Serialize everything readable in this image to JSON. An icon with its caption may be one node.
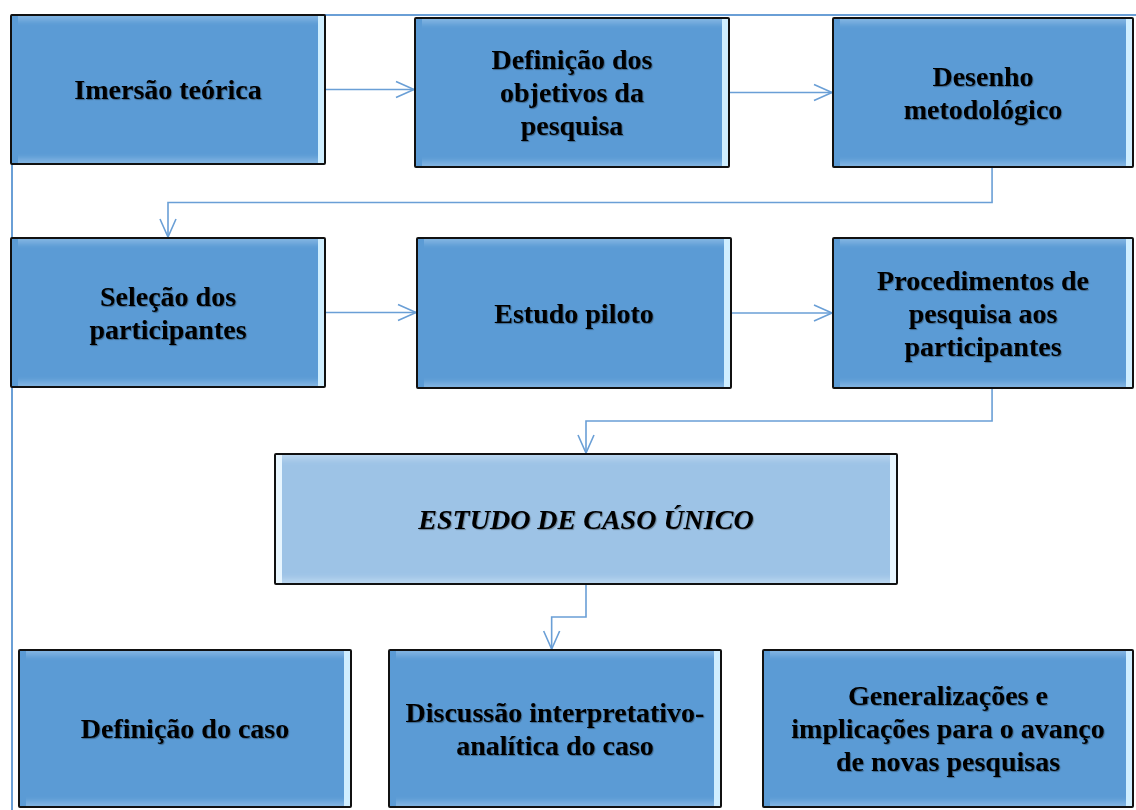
{
  "diagram": {
    "nodes": [
      {
        "text": [
          "Imersão teórica"
        ]
      },
      {
        "text": [
          "Definição dos objetivos da pesquisa"
        ]
      },
      {
        "text": [
          "Desenho metodológico"
        ]
      },
      {
        "text": [
          "Seleção dos participantes"
        ]
      },
      {
        "text": [
          "Estudo piloto"
        ]
      },
      {
        "text": [
          "Procedimentos de pesquisa aos participantes"
        ]
      },
      {
        "text": [
          "ESTUDO DE CASO ÚNICO"
        ]
      },
      {
        "text": [
          "Definição do caso"
        ]
      },
      {
        "text": [
          "Discussão interpretativo-analítica do caso"
        ]
      },
      {
        "text": [
          "Generalizações e implicações para o avanço de novas pesquisas"
        ]
      }
    ],
    "edges": [
      {
        "from": 0,
        "to": 1,
        "arrow": "to"
      },
      {
        "from": 1,
        "to": 2,
        "arrow": "to"
      },
      {
        "from": 2,
        "to": 3,
        "arrow": "to"
      },
      {
        "from": 3,
        "to": 4,
        "arrow": "to"
      },
      {
        "from": 4,
        "to": 5,
        "arrow": "to"
      },
      {
        "from": 5,
        "to": 6,
        "arrow": "to"
      },
      {
        "from": 6,
        "to": 8,
        "arrow": "to"
      }
    ]
  }
}
